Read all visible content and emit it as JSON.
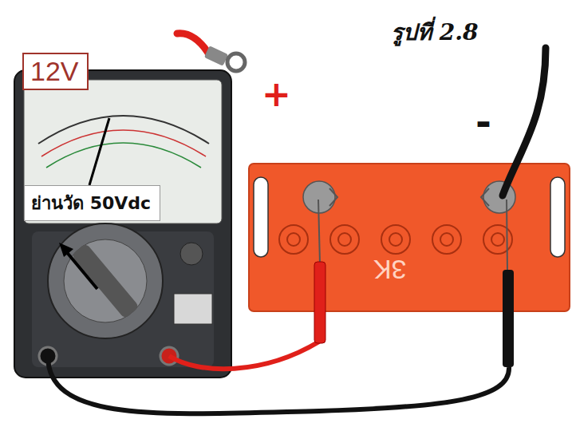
{
  "diagram": {
    "title": "รูปที่ 2.8",
    "nodes": [
      {
        "text": [
          "12V"
        ]
      },
      {
        "text": [
          "ย่านวัด 50Vdc"
        ]
      }
    ],
    "labels": [
      "+",
      "-",
      "3K"
    ]
  }
}
